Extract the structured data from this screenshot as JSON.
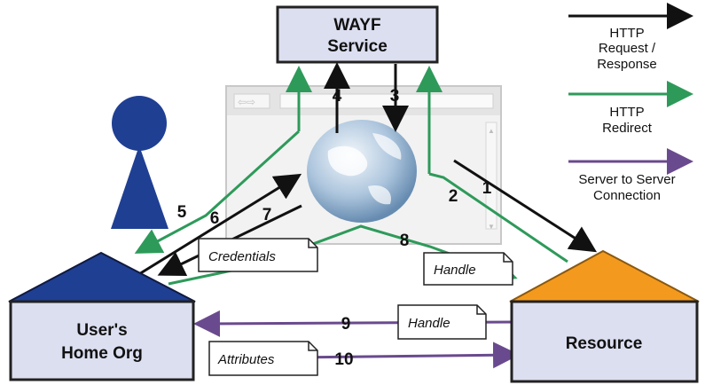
{
  "wayf": {
    "line1": "WAYF",
    "line2": "Service"
  },
  "home_org": {
    "line1": "User's",
    "line2": "Home Org"
  },
  "resource": {
    "label": "Resource"
  },
  "steps": [
    "1",
    "2",
    "3",
    "4",
    "5",
    "6",
    "7",
    "8",
    "9",
    "10"
  ],
  "notes": {
    "credentials": "Credentials",
    "handle_top": "Handle",
    "handle_bottom": "Handle",
    "attributes": "Attributes"
  },
  "legend": {
    "http_request_line1": "HTTP",
    "http_request_line2": "Request /",
    "http_request_line3": "Response",
    "http_redirect_line1": "HTTP",
    "http_redirect_line2": "Redirect",
    "server_line1": "Server to Server",
    "server_line2": "Connection"
  },
  "colors": {
    "black_arrow": "#111111",
    "green_arrow": "#2e9a5a",
    "purple_arrow": "#6a4a8e",
    "box_fill": "#dcdff0",
    "home_roof": "#1f3f93",
    "resource_roof": "#f39a1e",
    "user_fill": "#1f3f93"
  },
  "icons": {
    "user": "user-figure-icon",
    "globe": "globe-icon",
    "browser": "browser-window-icon"
  }
}
